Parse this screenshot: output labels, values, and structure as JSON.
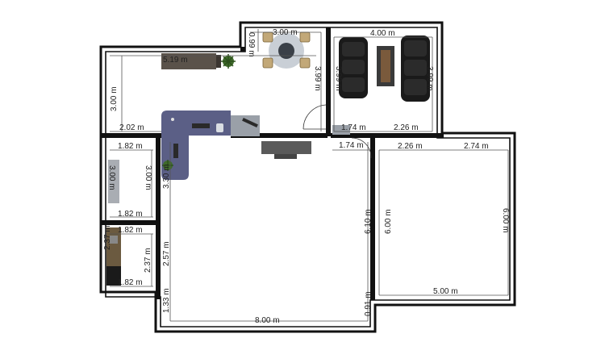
{
  "dimensions": {
    "kitchen_width": "5.19 m",
    "kitchen_height": "3.00 m",
    "kitchen_bottom": "2.02 m",
    "dining_width": "3.00 m",
    "dining_notch": "0.99 m",
    "dining_height": "3.99 m",
    "lounge_width": "4.00 m",
    "lounge_left": "3.99 m",
    "lounge_right": "3.99 m",
    "lounge_bottom_left": "1.74 m",
    "lounge_bottom_right": "2.26 m",
    "hall_top": "1.74 m",
    "bath_top": "1.82 m",
    "bath_bottom": "1.82 m",
    "bath_left": "3.00 m",
    "bath_right": "3.00 m",
    "wc_top": "1.82 m",
    "wc_bottom": "1.82 m",
    "wc_left": "2.37 m",
    "wc_right": "2.37 m",
    "living_width": "8.00 m",
    "living_left_upper": "3.30 m",
    "living_left_mid": "2.57 m",
    "living_left_lower": "1.33 m",
    "living_right": "6.10 m",
    "living_right_lower": "0.91 m",
    "bed_top_left": "2.26 m",
    "bed_top_right": "2.74 m",
    "bed_left": "6.00 m",
    "bed_right": "6.00 m",
    "bed_bottom": "5.00 m"
  },
  "colors": {
    "wall": "#111111",
    "counter": "#5b5f86",
    "wood": "#5a524a",
    "sofa": "#1a1a1a",
    "rug": "#5a5a5a",
    "plant": "#3f6b2a",
    "grey_block": "#9aa0a8",
    "bath_panel": "#a9adb3",
    "dining_table": "#c9cfd6"
  },
  "icons": [
    "plant-icon",
    "sofa-icon",
    "dining-table-icon",
    "chair-icon",
    "sink-icon",
    "tv-console-icon"
  ]
}
